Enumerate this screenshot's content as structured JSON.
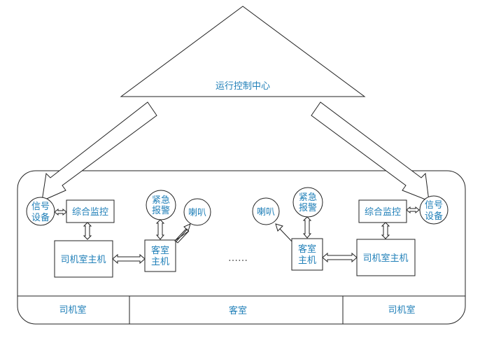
{
  "colors": {
    "label": "#1f7fb8",
    "line": "#222222",
    "background": "#ffffff"
  },
  "control_center": {
    "label": "运行控制中心"
  },
  "left_cab": {
    "signal_line1": "信号",
    "signal_line2": "设备",
    "monitor": "综合监控",
    "host": "司机室主机",
    "alarm_line1": "紧急",
    "alarm_line2": "报警",
    "speaker": "喇叭",
    "cabin_host_line1": "客室",
    "cabin_host_line2": "主机"
  },
  "right_cab": {
    "signal_line1": "信号",
    "signal_line2": "设备",
    "monitor": "综合监控",
    "host": "司机室主机",
    "alarm_line1": "紧急",
    "alarm_line2": "报警",
    "speaker": "喇叭",
    "cabin_host_line1": "客室",
    "cabin_host_line2": "主机"
  },
  "ellipsis": "……",
  "bottom": {
    "left": "司机室",
    "middle": "客室",
    "right": "司机室"
  }
}
